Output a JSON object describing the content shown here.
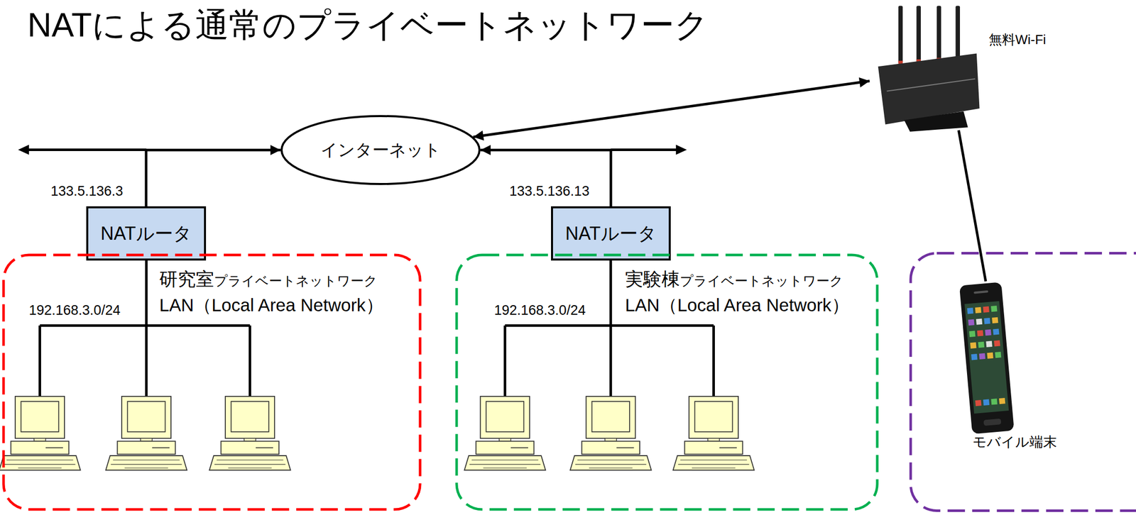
{
  "diagram": {
    "title": "NATによる通常のプライベートネットワーク",
    "nodes": [
      {
        "text": [
          "インターネット"
        ]
      },
      {
        "text": [
          "無料Wi-Fi"
        ]
      },
      {
        "text": [
          "NATルータ"
        ]
      },
      {
        "text": [
          "NATルータ"
        ]
      },
      {
        "text": [
          "研究室",
          "プライベートネットワーク",
          "LAN（Local Area Network）"
        ]
      },
      {
        "text": [
          "実験棟",
          "プライベートネットワーク",
          "LAN（Local Area Network）"
        ]
      },
      {
        "text": [
          "モバイル端末"
        ]
      }
    ],
    "edges": [
      {
        "from": 2,
        "to": 0,
        "arrow": "to"
      },
      {
        "from": 3,
        "to": 0,
        "arrow": "to"
      },
      {
        "from": 0,
        "to": 1,
        "arrow": "both"
      },
      {
        "from": 1,
        "to": 6,
        "arrow": "none"
      }
    ],
    "labels": [
      "133.5.136.3",
      "133.5.136.13",
      "192.168.3.0/24",
      "192.168.3.0/24"
    ]
  }
}
